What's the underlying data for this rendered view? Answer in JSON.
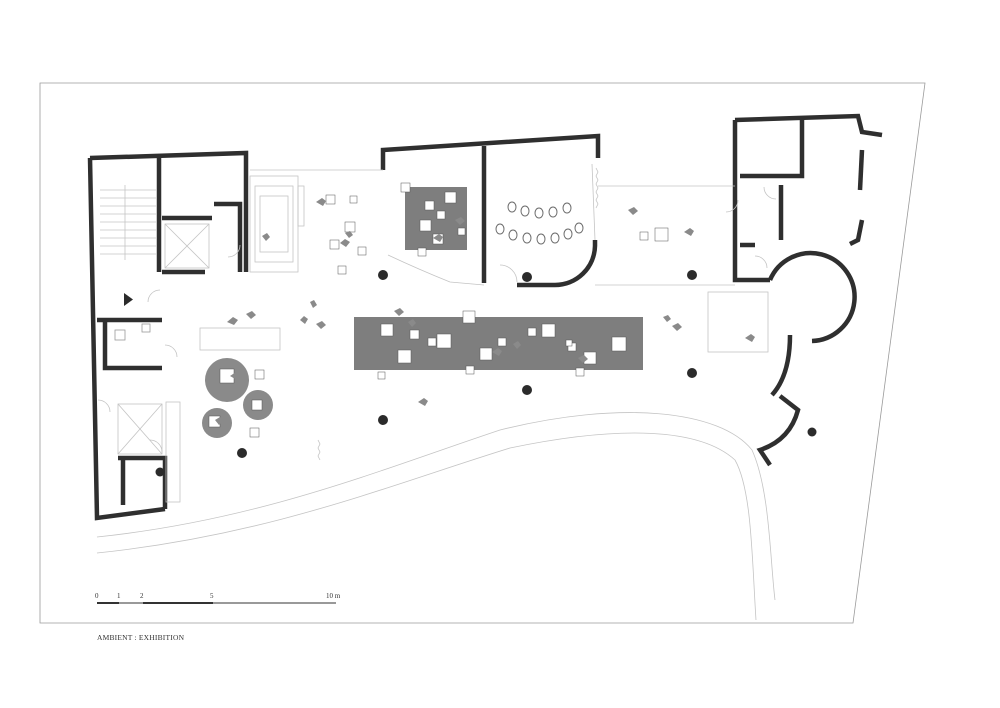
{
  "caption": "AMBIENT : EXHIBITION",
  "scale_bar": {
    "labels": [
      "0",
      "1",
      "2",
      "5",
      "10 m"
    ]
  },
  "colors": {
    "walls": "#2f2f2f",
    "exhibit_platforms": "#7e7e7e",
    "outline": "#9a9a9a"
  }
}
